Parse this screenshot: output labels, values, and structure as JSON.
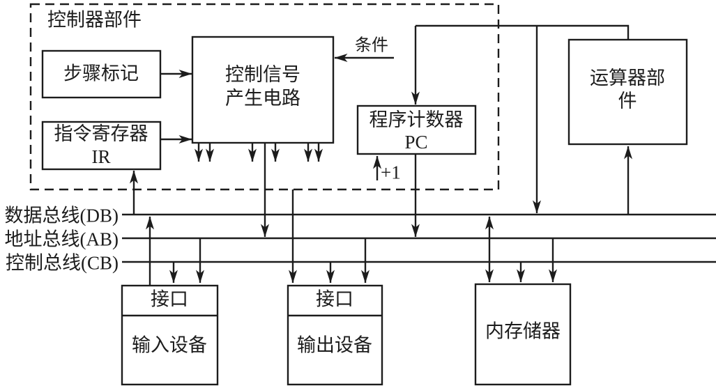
{
  "diagram": {
    "controller": {
      "label": "控制器部件",
      "step_marker": "步骤标记",
      "control_signal": "控制信号\n产生电路",
      "instruction_register": "指令寄存器\nIR",
      "program_counter": "程序计数器\nPC",
      "condition": "条件",
      "increment": "+1"
    },
    "alu": "运算器部件",
    "buses": {
      "data": "数据总线(DB)",
      "address": "地址总线(AB)",
      "control": "控制总线(CB)"
    },
    "io": {
      "input_interface": "接口",
      "input_device": "输入设备",
      "output_interface": "接口",
      "output_device": "输出设备",
      "memory": "内存储器"
    },
    "colors": {
      "line": "#1c1c1c",
      "background": "#ffffff"
    }
  }
}
